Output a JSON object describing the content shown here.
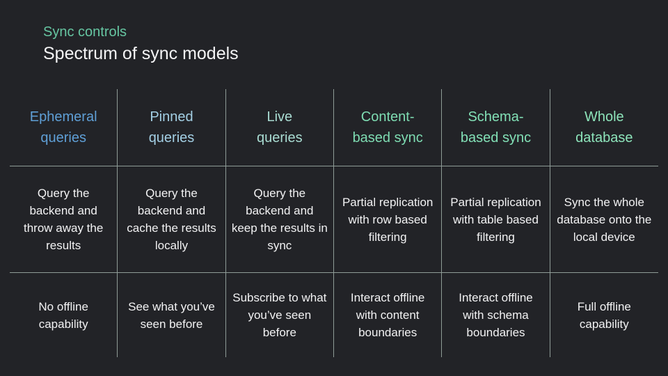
{
  "slide": {
    "eyebrow": "Sync controls",
    "heading": "Spectrum of sync models"
  },
  "colors": {
    "background": "#222327",
    "grid_line": "#8f9c97",
    "eyebrow_text": "#66c6a2",
    "heading_text": "#f4f4f5",
    "body_text": "#f2f2f3"
  },
  "table": {
    "columns": [
      {
        "header": "Ephemeral queries",
        "header_lines": [
          "Ephemeral",
          "queries"
        ],
        "header_color": "#5f9fd6",
        "approach": "Query the backend and throw away the results",
        "offline": "No offline capability"
      },
      {
        "header": "Pinned queries",
        "header_lines": [
          "Pinned",
          "queries"
        ],
        "header_color": "#a3cfe4",
        "approach": "Query the backend and cache the results locally",
        "offline": "See what you’ve seen before"
      },
      {
        "header": "Live queries",
        "header_lines": [
          "Live",
          "queries"
        ],
        "header_color": "#a9dcd2",
        "approach": "Query the backend and keep the results in sync",
        "offline": "Subscribe to what you’ve seen before"
      },
      {
        "header": "Content-based sync",
        "header_lines": [
          "Content-",
          "based sync"
        ],
        "header_color": "#7edcb2",
        "approach": "Partial replication with row based filtering",
        "offline": "Interact offline with content boundaries"
      },
      {
        "header": "Schema-based sync",
        "header_lines": [
          "Schema-",
          "based sync"
        ],
        "header_color": "#82e0b6",
        "approach": "Partial replication with table based filtering",
        "offline": "Interact offline with schema boundaries"
      },
      {
        "header": "Whole database",
        "header_lines": [
          "Whole",
          "database"
        ],
        "header_color": "#8de4ba",
        "approach": "Sync the whole database onto the local device",
        "offline": "Full offline capability"
      }
    ]
  }
}
